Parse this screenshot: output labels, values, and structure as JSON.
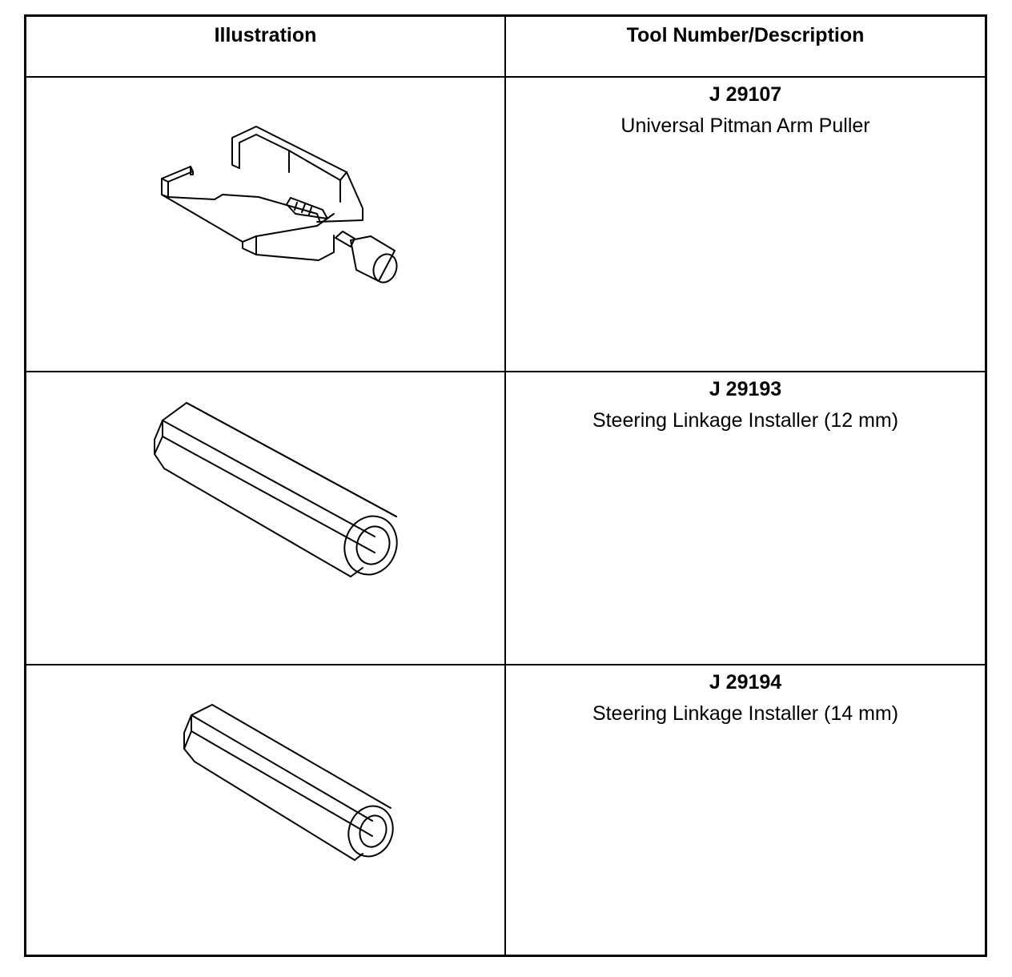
{
  "table": {
    "headers": {
      "illustration": "Illustration",
      "tool": "Tool Number/Description"
    },
    "rows": [
      {
        "number": "J 29107",
        "description": "Universal Pitman Arm Puller",
        "icon": "pitman-arm-puller-icon"
      },
      {
        "number": "J 29193",
        "description": "Steering Linkage Installer (12 mm)",
        "icon": "steering-linkage-installer-icon"
      },
      {
        "number": "J 29194",
        "description": "Steering Linkage Installer (14 mm)",
        "icon": "steering-linkage-installer-icon"
      }
    ]
  }
}
